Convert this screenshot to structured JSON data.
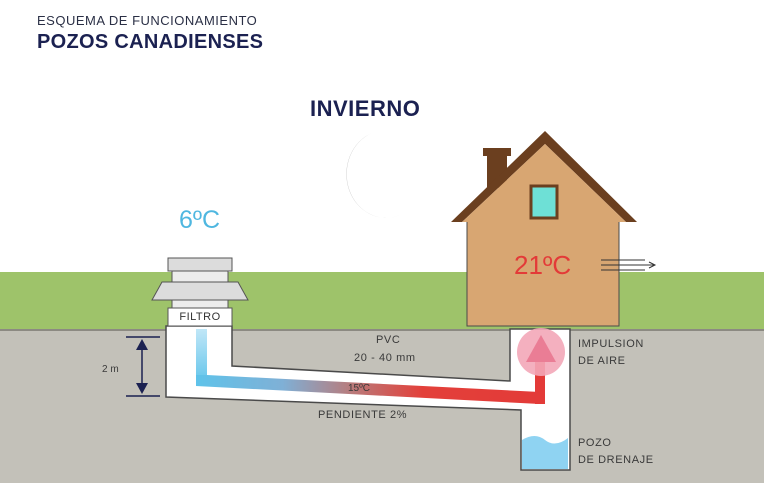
{
  "header": {
    "subtitle": "ESQUEMA DE FUNCIONAMIENTO",
    "title": "POZOS CANADIENSES"
  },
  "season": "INVIERNO",
  "outside_temp": "6ºC",
  "inside_temp": "21ºC",
  "filter_label": "FILTRO",
  "pipe": {
    "material": "PVC",
    "diameter": "20 - 40 mm",
    "mid_temp": "15ºC",
    "slope": "PENDIENTE 2%"
  },
  "depth_label": "2 m",
  "air_impulse": {
    "line1": "IMPULSION",
    "line2": "DE AIRE"
  },
  "drain_well": {
    "line1": "POZO",
    "line2": "DE DRENAJE"
  },
  "colors": {
    "navy": "#1b2151",
    "cold": "#4fb7e0",
    "warm": "#e33a38",
    "grass": "#9ec36a",
    "ground": "#c3c1b9",
    "house": "#d8a672",
    "roof": "#6b3f1f"
  }
}
